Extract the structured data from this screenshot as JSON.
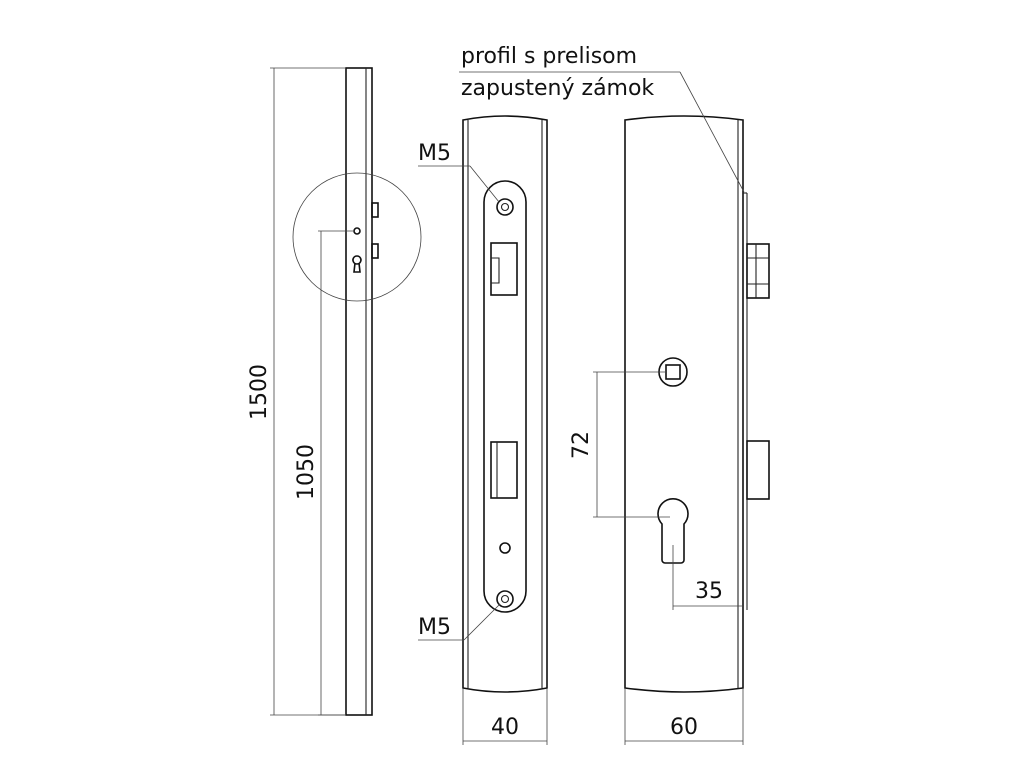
{
  "annotations": {
    "profile_note": "profil s prelisom",
    "lock_note": "zapustený zámok"
  },
  "dimensions": {
    "overall_height": "1500",
    "handle_height": "1050",
    "faceplate_width": "40",
    "profile_width": "60",
    "spindle_to_cylinder": "72",
    "backset": "35"
  },
  "screws": {
    "top_label": "M5",
    "bottom_label": "M5"
  }
}
